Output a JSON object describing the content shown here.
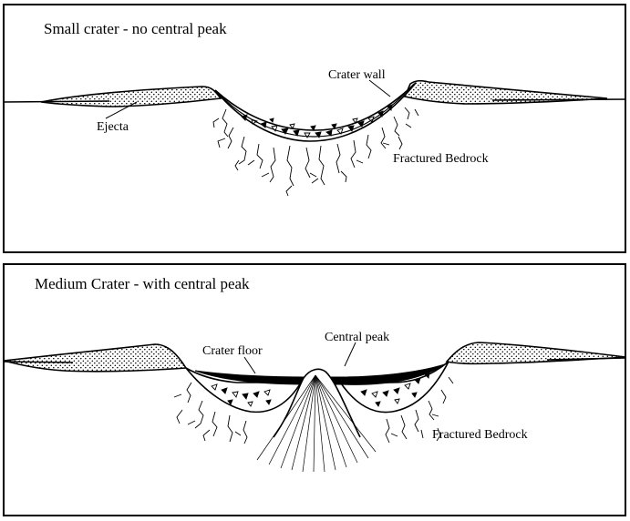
{
  "panels": [
    {
      "title": "Small crater - no central peak",
      "labels": {
        "ejecta": "Ejecta",
        "crater_wall": "Crater wall",
        "fractured_bedrock": "Fractured Bedrock"
      }
    },
    {
      "title": "Medium Crater - with central peak",
      "labels": {
        "crater_floor": "Crater floor",
        "central_peak": "Central peak",
        "fractured_bedrock": "Fractured Bedrock"
      }
    }
  ],
  "colors": {
    "ink": "#000000",
    "background": "#ffffff"
  }
}
